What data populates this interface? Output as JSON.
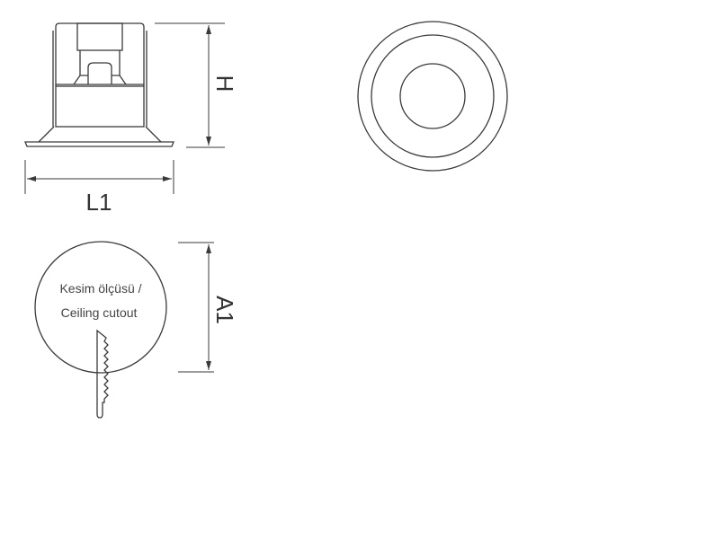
{
  "labels": {
    "height": "H",
    "length": "L1",
    "cutout_dim": "A1",
    "cutout_note_line1": "Kesim ölçüsü /",
    "cutout_note_line2": "Ceiling cutout"
  },
  "colors": {
    "line": "#3a3a3a",
    "background": "#ffffff"
  }
}
